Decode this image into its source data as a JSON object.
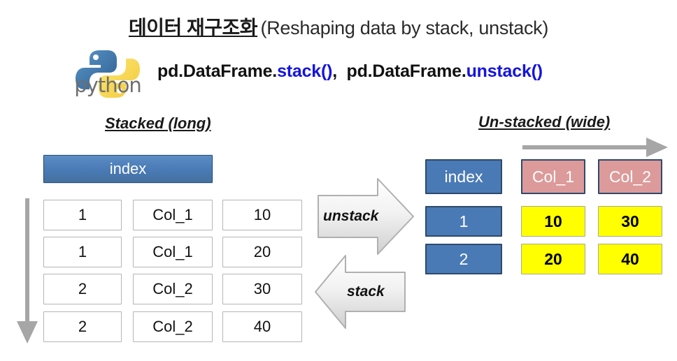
{
  "title": {
    "korean": "데이터 재구조화",
    "english": "(Reshaping data by stack, unstack)"
  },
  "logo": {
    "name": "python-logo",
    "wordmark": "python"
  },
  "code_line": {
    "prefix_1": "pd.DataFrame.",
    "method_1": "stack()",
    "separator": ",",
    "prefix_2": "pd.DataFrame.",
    "method_2": "unstack()"
  },
  "sections": {
    "left_heading": "Stacked (long)",
    "right_heading": "Un-stacked (wide)"
  },
  "left_table": {
    "header": "index",
    "rows": [
      {
        "index": "1",
        "col": "Col_1",
        "value": "10"
      },
      {
        "index": "1",
        "col": "Col_1",
        "value": "20"
      },
      {
        "index": "2",
        "col": "Col_2",
        "value": "30"
      },
      {
        "index": "2",
        "col": "Col_2",
        "value": "40"
      }
    ],
    "flow_arrow": "down-arrow-icon"
  },
  "right_table": {
    "header": [
      "index",
      "Col_1",
      "Col_2"
    ],
    "rows": [
      {
        "index": "1",
        "col_1": "10",
        "col_2": "30"
      },
      {
        "index": "2",
        "col_1": "20",
        "col_2": "40"
      }
    ],
    "flow_arrow": "right-arrow-icon"
  },
  "operations": {
    "unstack_label": "unstack",
    "stack_label": "stack"
  },
  "colors": {
    "blue_fill": "#4a7ab5",
    "blue_border": "#2e4a6b",
    "pink_fill": "#dd9a9a",
    "yellow_fill": "#ffff00",
    "cell_border": "#b5b5b5",
    "code_accent": "#1414e0",
    "arrow_gray": "#a6a6a6"
  }
}
